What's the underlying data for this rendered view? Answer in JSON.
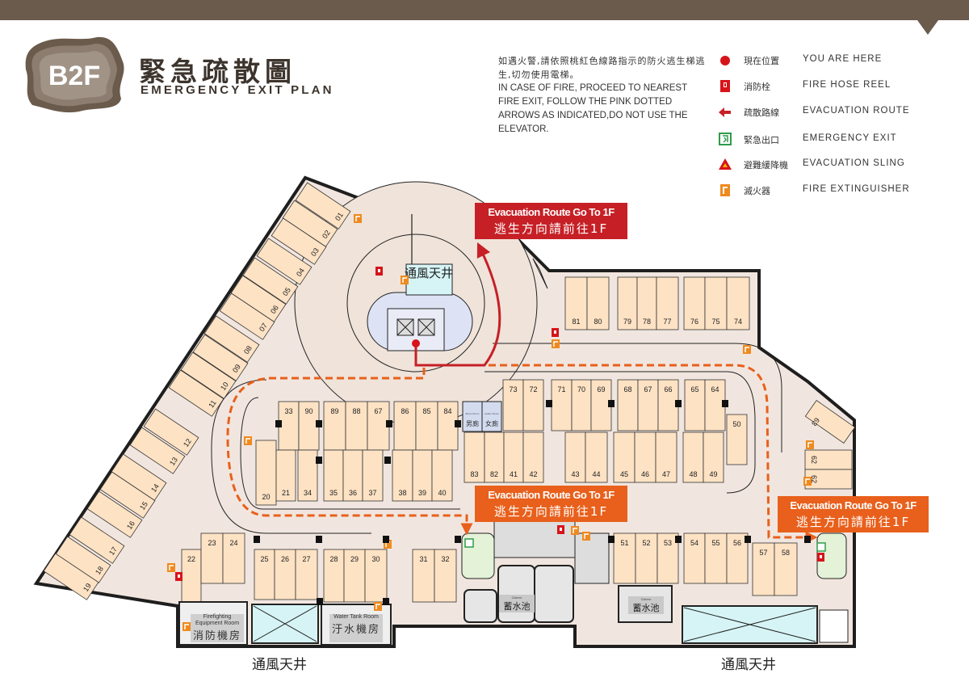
{
  "header": {
    "floor_badge": "B2F",
    "title_zh": "緊急疏散圖",
    "title_en": "EMERGENCY  EXIT  PLAN"
  },
  "notice": {
    "zh": "如遇火警,請依照桃紅色線路指示的防火逃生梯逃生,切勿使用電梯。",
    "en": "IN CASE OF FIRE, PROCEED TO NEAREST FIRE EXIT, FOLLOW THE PINK DOTTED ARROWS AS INDICATED,DO NOT USE THE ELEVATOR."
  },
  "legend": [
    {
      "icon": "you-are-here-dot",
      "zh": "現在位置",
      "en": "YOU  ARE  HERE"
    },
    {
      "icon": "fire-hose-reel",
      "zh": "消防栓",
      "en": "FIRE  HOSE  REEL"
    },
    {
      "icon": "evacuation-route-arrow",
      "zh": "疏散路線",
      "en": "EVACUATION   ROUTE"
    },
    {
      "icon": "emergency-exit",
      "zh": "緊急出口",
      "en": "EMERGENCY   EXIT"
    },
    {
      "icon": "evacuation-sling",
      "zh": "避難緩降機",
      "en": "EVACUATION   SLING"
    },
    {
      "icon": "fire-extinguisher",
      "zh": "滅火器",
      "en": "FIRE   EXTINGUISHER"
    }
  ],
  "callouts": [
    {
      "en": "Evacuation Route Go To 1F",
      "zh": "逃生方向請前往1F",
      "color": "#c62026"
    },
    {
      "en": "Evacuation Route Go To 1F",
      "zh": "逃生方向請前往1F",
      "color": "#e8601c"
    },
    {
      "en": "Evacuation Route Go To 1F",
      "zh": "逃生方向請前往1F",
      "color": "#e8601c"
    }
  ],
  "plan": {
    "vent_core_label": "通風天井",
    "restrooms": {
      "men_en": "Mens' Room",
      "men_zh": "男廁",
      "women_en": "Ladies' Room",
      "women_zh": "女廁"
    },
    "rooms": {
      "firefighting_en": "Firefighting Equipment Room",
      "firefighting_zh": "消防機房",
      "water_tank_en": "Water Tank Room",
      "water_tank_zh": "汙水機房",
      "cistern_en": "Cistern",
      "cistern_zh": "蓄水池"
    },
    "bottom_labels": [
      "通風天井",
      "通風天井"
    ],
    "stalls": [
      "01",
      "02",
      "03",
      "04",
      "05",
      "06",
      "07",
      "08",
      "09",
      "10",
      "11",
      "12",
      "13",
      "14",
      "15",
      "16",
      "17",
      "18",
      "19",
      "33",
      "90",
      "89",
      "88",
      "67",
      "86",
      "85",
      "84",
      "20",
      "21",
      "34",
      "35",
      "36",
      "37",
      "38",
      "39",
      "40",
      "73",
      "72",
      "71",
      "70",
      "69",
      "68",
      "67",
      "66",
      "65",
      "64",
      "83",
      "82",
      "41",
      "42",
      "43",
      "44",
      "45",
      "46",
      "47",
      "48",
      "49",
      "50",
      "81",
      "80",
      "79",
      "78",
      "77",
      "76",
      "75",
      "74",
      "22",
      "23",
      "24",
      "25",
      "26",
      "27",
      "28",
      "29",
      "30",
      "31",
      "32",
      "51",
      "52",
      "53",
      "54",
      "55",
      "56",
      "57",
      "58",
      "63",
      "62",
      "62"
    ]
  },
  "colors": {
    "topbar": "#6b5b4c",
    "floor": "#f1e6df",
    "stall": "#fde2c4",
    "route_red": "#c62026",
    "route_orange": "#e8601c",
    "exit_green": "#2e9b4a"
  }
}
